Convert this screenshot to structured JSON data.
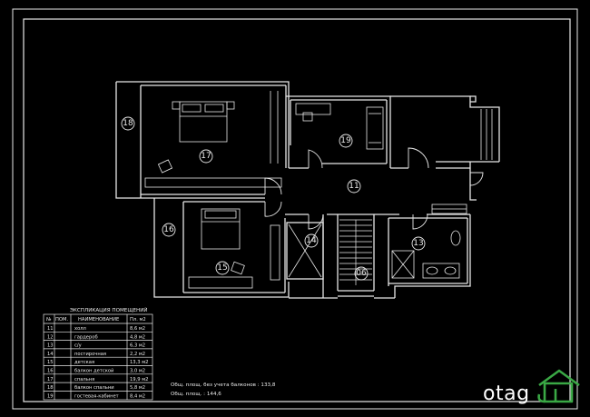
{
  "title": "ЭКСПЛИКАЦИЯ ПОМЕЩЕНИЙ",
  "table_headers": {
    "num": "№",
    "room": "ПОМ.",
    "name": "НАИМЕНОВАНИЕ",
    "area": "Пл. м2"
  },
  "rooms": [
    {
      "num": "11",
      "name": "холл",
      "area": "8,6 м2"
    },
    {
      "num": "12",
      "name": "гардероб",
      "area": "4,8 м2"
    },
    {
      "num": "13",
      "name": "с/у",
      "area": "6,3 м2"
    },
    {
      "num": "14",
      "name": "постирочная",
      "area": "2,2 м2"
    },
    {
      "num": "15",
      "name": "детская",
      "area": "13,3 м2"
    },
    {
      "num": "16",
      "name": "балкон детской",
      "area": "3,0 м2"
    },
    {
      "num": "17",
      "name": "спальня",
      "area": "19,9 м2"
    },
    {
      "num": "18",
      "name": "балкон спальни",
      "area": "5,8 м2"
    },
    {
      "num": "19",
      "name": "гостевая-кабинет",
      "area": "8,4 м2"
    }
  ],
  "plan_labels": {
    "r11": "11",
    "r13": "13",
    "r14": "14",
    "r15": "15",
    "r16": "16",
    "r17": "17",
    "r18": "18",
    "r19": "19",
    "stair": "06"
  },
  "notes": {
    "area_without_balconies": "Общ. площ. без учета балконов : 133,8",
    "total_area": "Общ. площ. : 144,6"
  },
  "watermark": "otag",
  "colors": {
    "background": "#000000",
    "lines": "#e8e8e8",
    "logo_green": "#3aa845"
  }
}
